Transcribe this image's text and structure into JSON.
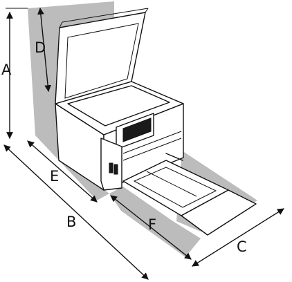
{
  "figure": {
    "colors": {
      "shade": "#bcbcbc",
      "line": "#111111",
      "background": "#ffffff"
    },
    "dimensions": [
      {
        "id": "A",
        "label": "A"
      },
      {
        "id": "B",
        "label": "B"
      },
      {
        "id": "C",
        "label": "C"
      },
      {
        "id": "D",
        "label": "D"
      },
      {
        "id": "E",
        "label": "E"
      },
      {
        "id": "F",
        "label": "F"
      }
    ]
  }
}
